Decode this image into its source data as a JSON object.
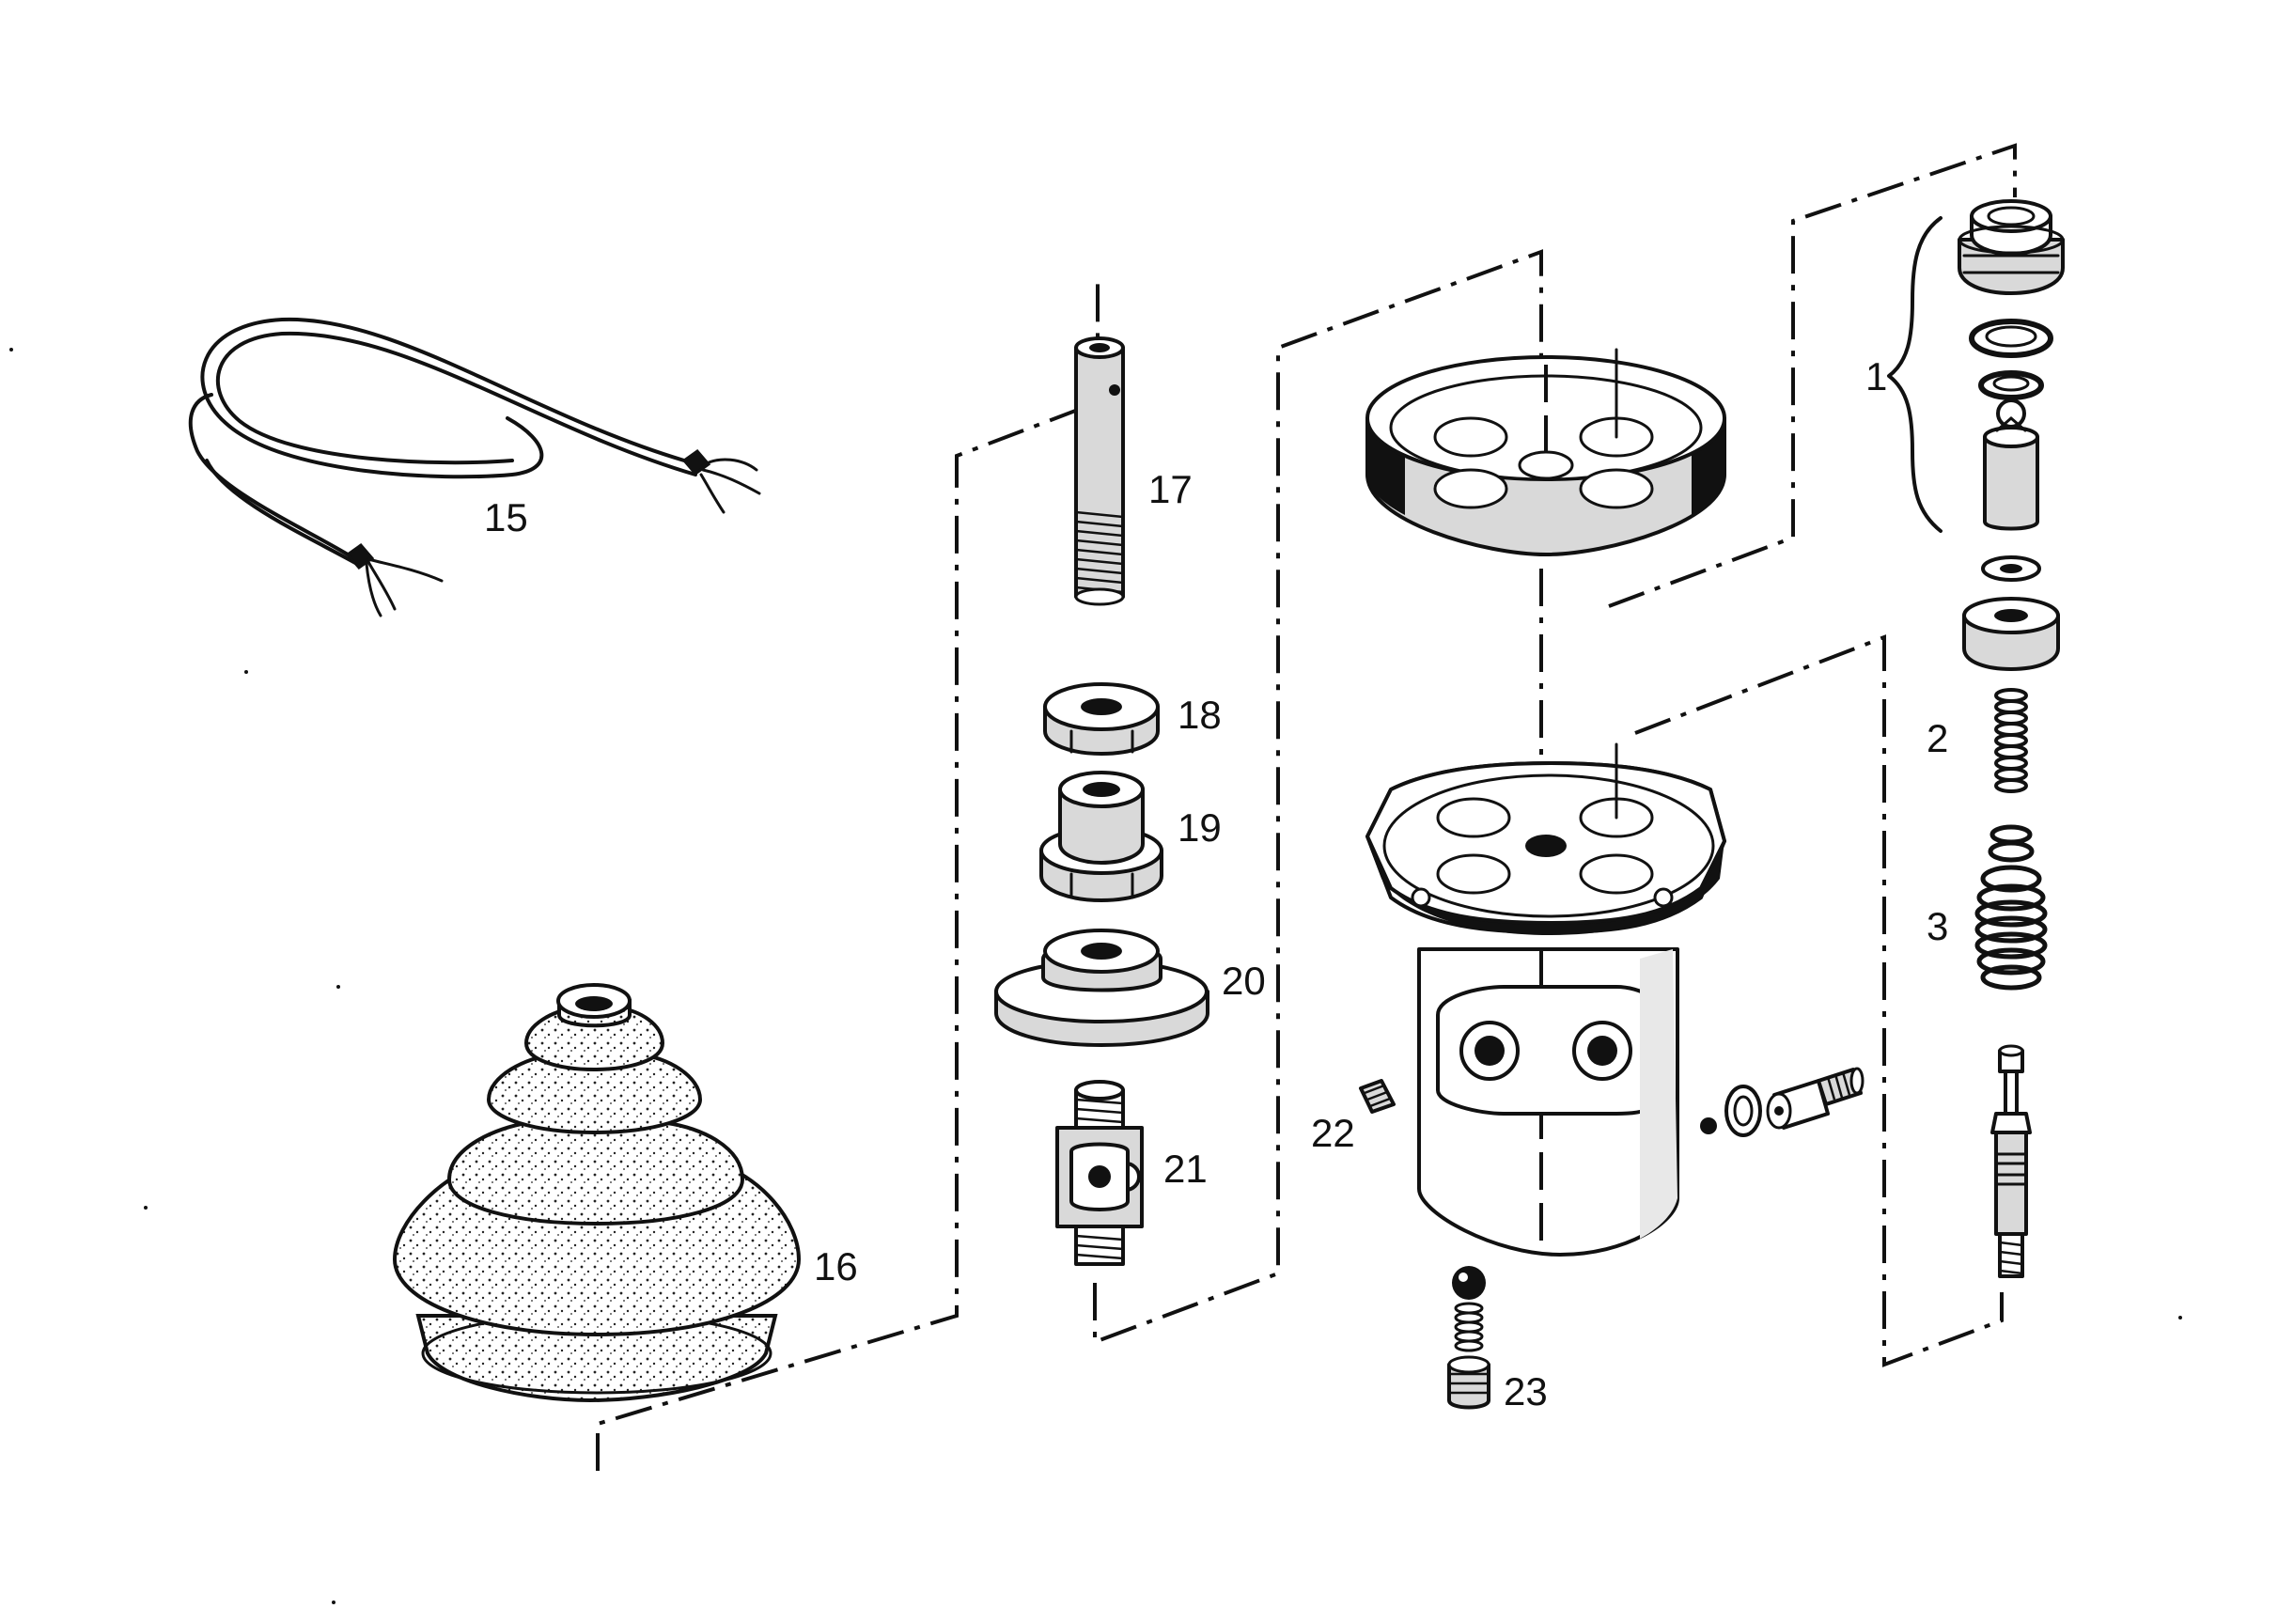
{
  "callouts": {
    "c1": "1",
    "c2": "2",
    "c3": "3",
    "c15": "15",
    "c16": "16",
    "c17": "17",
    "c18": "18",
    "c19": "19",
    "c20": "20",
    "c21": "21",
    "c22": "22",
    "c23": "23"
  },
  "colors": {
    "ink": "#111111",
    "paper": "#ffffff",
    "shade": "#d9d9d9"
  }
}
